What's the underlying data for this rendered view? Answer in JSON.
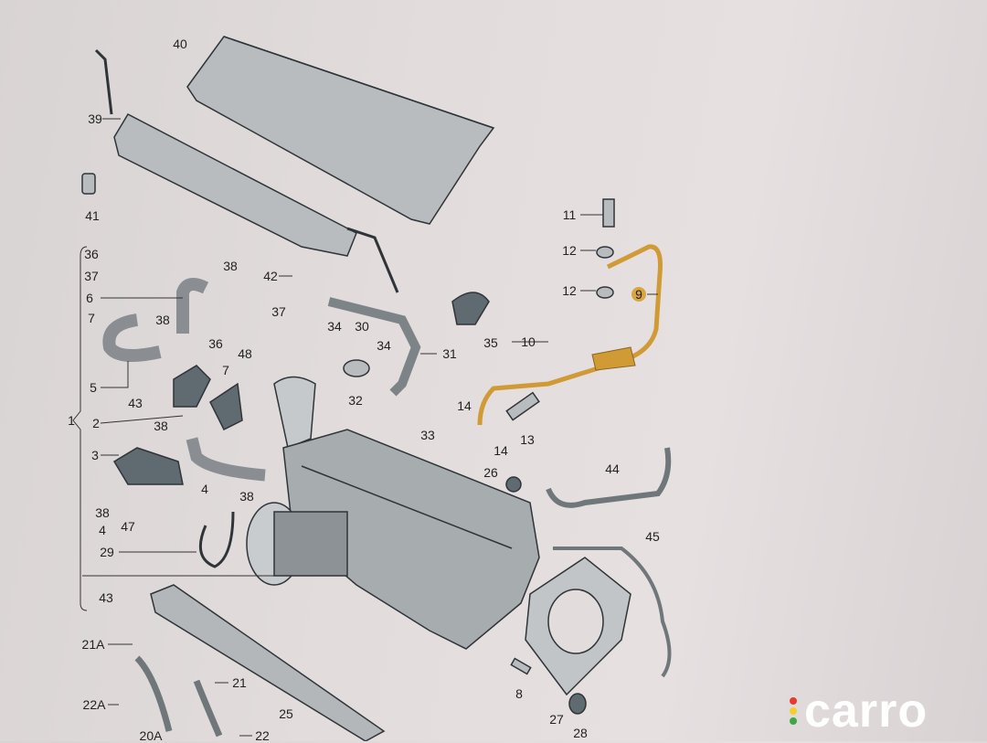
{
  "diagram": {
    "title": "Turbocharger and exhaust manifold exploded parts diagram",
    "labels": [
      "40",
      "39",
      "41",
      "36",
      "37",
      "6",
      "7",
      "38",
      "38",
      "37",
      "36",
      "48",
      "7",
      "5",
      "43",
      "2",
      "38",
      "1",
      "3",
      "4",
      "38",
      "38",
      "47",
      "4",
      "29",
      "43",
      "42",
      "34",
      "30",
      "34",
      "31",
      "35",
      "32",
      "33",
      "11",
      "12",
      "12",
      "9",
      "10",
      "14",
      "14",
      "13",
      "26",
      "44",
      "45",
      "21A",
      "21",
      "22A",
      "20A",
      "22",
      "25",
      "8",
      "27",
      "28"
    ],
    "highlighted_part": "9",
    "highlight_color": "#d8a640"
  },
  "watermark": {
    "text": "carro",
    "dot_colors": [
      "#e53a2f",
      "#f2d02a",
      "#3aa845"
    ]
  }
}
